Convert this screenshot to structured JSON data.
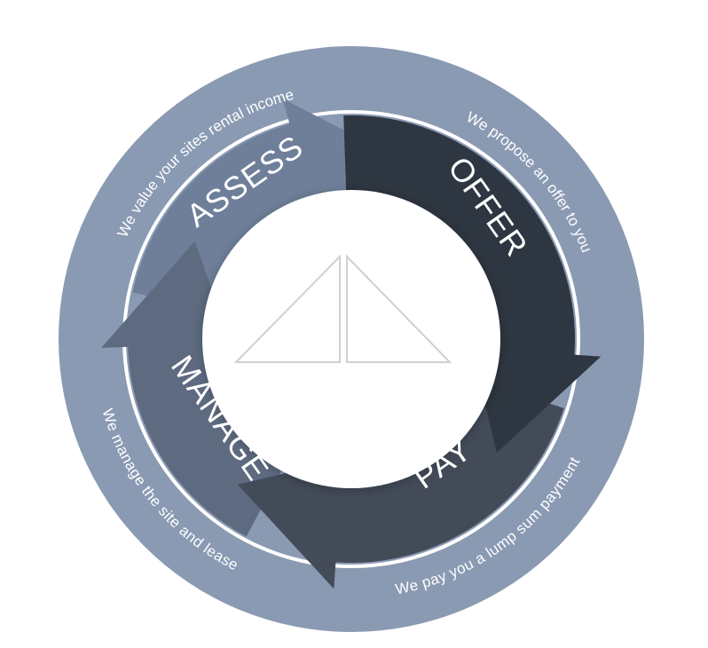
{
  "diagram": {
    "stages": [
      {
        "id": "assess",
        "label": "ASSESS",
        "description": "We value your sites rental income",
        "color": "#6f7f9a"
      },
      {
        "id": "offer",
        "label": "OFFER",
        "description": "We propose an offer to you",
        "color": "#2e3641"
      },
      {
        "id": "pay",
        "label": "PAY",
        "description": "We pay you a lump sum payment",
        "color": "#434b59"
      },
      {
        "id": "manage",
        "label": "MANAGE",
        "description": "We manage the site and lease",
        "color": "#5d6a80"
      }
    ],
    "colors": {
      "outer_ring": "#8a9ab3",
      "separator": "#ffffff",
      "center": "#ffffff",
      "logo_fill": "#ffffff",
      "logo_stroke": "#d0d0d0"
    }
  }
}
